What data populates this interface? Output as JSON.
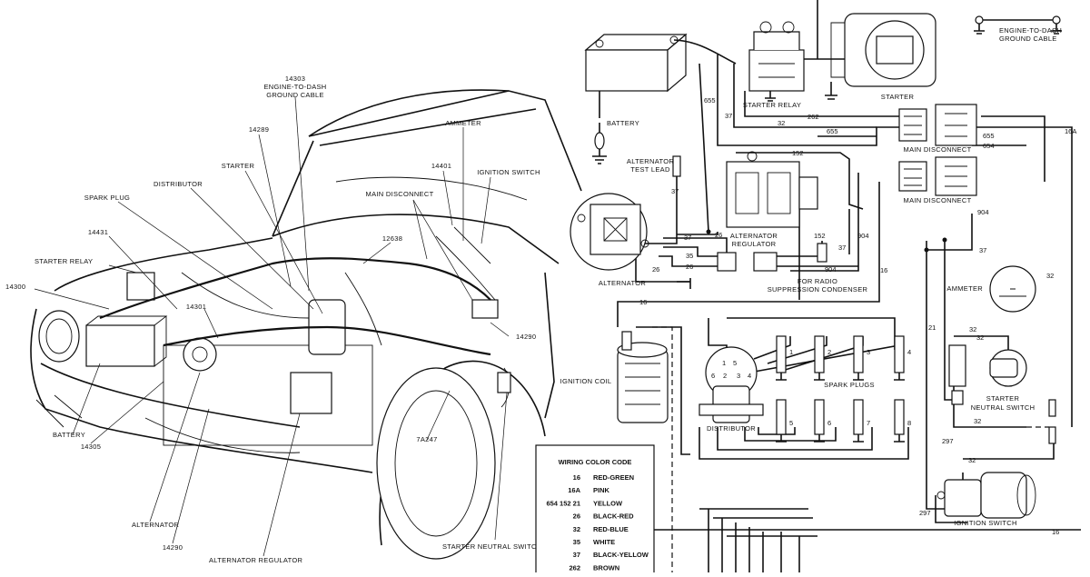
{
  "car_view": {
    "callouts": {
      "engine_dash_cable_num": "14303",
      "engine_dash_cable_text": [
        "ENGINE-TO-DASH",
        "GROUND CABLE"
      ],
      "c14289": "14289",
      "ammeter": "AMMETER",
      "starter": "STARTER",
      "c14401": "14401",
      "ignition_switch": "IGNITION SWITCH",
      "distributor": "DISTRIBUTOR",
      "main_disconnect": "MAIN DISCONNECT",
      "spark_plug": "SPARK PLUG",
      "c12638": "12638",
      "c14431": "14431",
      "starter_relay": "STARTER RELAY",
      "c14300": "14300",
      "c14301": "14301",
      "c14290a": "14290",
      "battery": "BATTERY",
      "c7a247": "7A247",
      "c14305": "14305",
      "alternator": "ALTERNATOR",
      "c14290b": "14290",
      "alternator_regulator": "ALTERNATOR REGULATOR",
      "starter_neutral_switch": "STARTER NEUTRAL SWITCH"
    }
  },
  "schematic": {
    "components": {
      "battery": "BATTERY",
      "starter_relay": "STARTER RELAY",
      "starter": "STARTER",
      "engine_dash_cable": [
        "ENGINE-TO-DASH",
        "GROUND CABLE"
      ],
      "main_disconnect_1": "MAIN DISCONNECT",
      "main_disconnect_2": "MAIN DISCONNECT",
      "alternator_test_lead": [
        "ALTERNATOR",
        "TEST LEAD"
      ],
      "alternator_regulator": [
        "ALTERNATOR",
        "REGULATOR"
      ],
      "alternator": "ALTERNATOR",
      "radio_condenser": [
        "FOR RADIO",
        "SUPPRESSION CONDENSER"
      ],
      "ammeter": "AMMETER",
      "ignition_coil": "IGNITION COIL",
      "spark_plugs": "SPARK PLUGS",
      "distributor": "DISTRIBUTOR",
      "starter_neutral_switch": [
        "STARTER",
        "NEUTRAL SWITCH"
      ],
      "ignition_switch": "IGNITION SWITCH"
    },
    "wire_numbers": {
      "w655a": "655",
      "w37a": "37",
      "w32a": "32",
      "w262": "262",
      "w655b": "655",
      "w655c": "655",
      "w654": "654",
      "w16a": "16A",
      "w152a": "152",
      "w37b": "37",
      "w37c": "37",
      "w26a": "26",
      "w35": "35",
      "w26b": "26",
      "w26c": "26",
      "w152b": "152",
      "w37d": "37",
      "w904a": "904",
      "w904b": "904",
      "w904c": "904",
      "w16b": "16",
      "w16c": "16",
      "w37e": "37",
      "w32b": "32",
      "w21": "21",
      "w32c": "32",
      "w32d": "32",
      "w32e": "32",
      "w297a": "297",
      "w297b": "297",
      "w32f": "32",
      "w16d": "16"
    },
    "plug_numbers": [
      "1",
      "2",
      "3",
      "4",
      "5",
      "6",
      "7",
      "8"
    ],
    "distributor_numbers": [
      "1",
      "5",
      "6",
      "2",
      "3",
      "4"
    ]
  },
  "legend": {
    "title": "WIRING  COLOR  CODE",
    "rows": [
      {
        "codes": "16",
        "color": "RED-GREEN"
      },
      {
        "codes": "16A",
        "color": "PINK"
      },
      {
        "codes": "654   152   21",
        "color": "YELLOW"
      },
      {
        "codes": "26",
        "color": "BLACK-RED"
      },
      {
        "codes": "32",
        "color": "RED-BLUE"
      },
      {
        "codes": "35",
        "color": "WHITE"
      },
      {
        "codes": "37",
        "color": "BLACK-YELLOW"
      },
      {
        "codes": "262",
        "color": "BROWN"
      }
    ]
  }
}
